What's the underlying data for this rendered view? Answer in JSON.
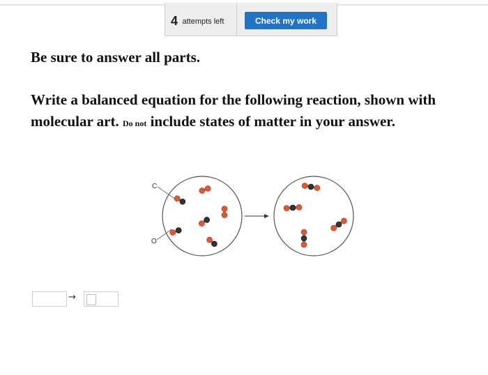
{
  "toolbar": {
    "attempts_count": "4",
    "attempts_label": "attempts left",
    "check_button": "Check my work"
  },
  "instruction": "Be sure to answer all parts.",
  "question": {
    "part1": "Write a balanced equation for the following reaction, shown with molecular art.",
    "small_note": "Do not",
    "part2": "include states of matter in your answer."
  },
  "figure": {
    "carbon_label": "C",
    "oxygen_label": "O",
    "colors": {
      "oxygen": "#e8542e",
      "carbon": "#333333",
      "circle": "#555555"
    }
  },
  "equation": {
    "arrow": "→",
    "reactant_value": "",
    "product_value": ""
  }
}
